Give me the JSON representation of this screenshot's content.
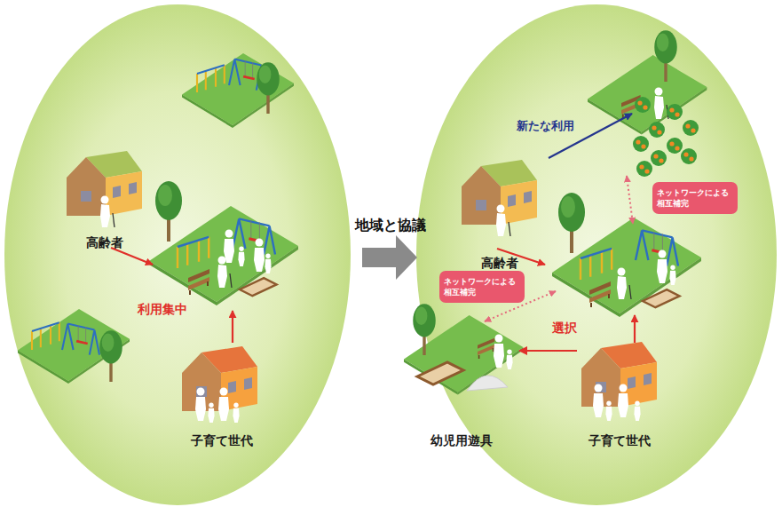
{
  "diagram": {
    "nodes": [
      {
        "text": [
          "高齢者"
        ]
      },
      {
        "text": [
          "子育て世代"
        ]
      },
      {
        "text": [
          "高齢者"
        ]
      },
      {
        "text": [
          "ネットワークによる 相互補完"
        ]
      },
      {
        "text": [
          "ネットワークによる 相互補完"
        ]
      },
      {
        "text": [
          "幼児用遊具"
        ]
      },
      {
        "text": [
          "子育て世代"
        ]
      }
    ],
    "edges": [
      {
        "from": 6,
        "to": 5,
        "arrow": "to",
        "label": "選択"
      }
    ],
    "labels": [
      "地域と協議",
      "利用集中",
      "新たな利用"
    ]
  }
}
